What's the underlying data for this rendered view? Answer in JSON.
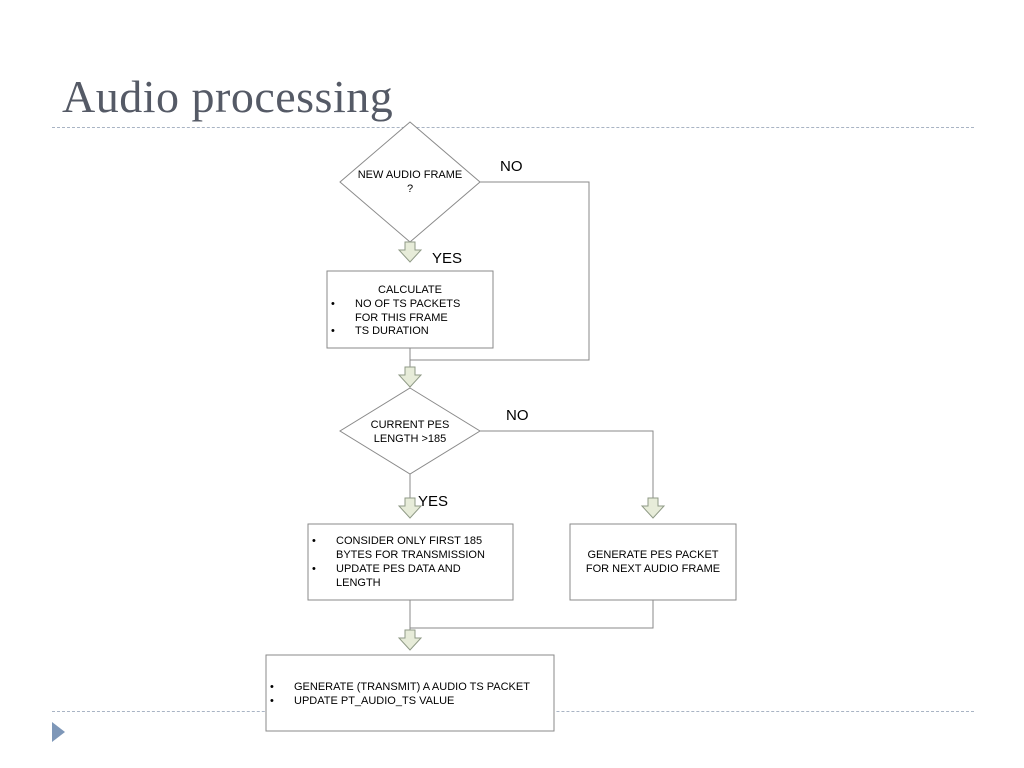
{
  "slide": {
    "title": "Audio processing"
  },
  "diagram": {
    "decision1": {
      "line1": "NEW AUDIO FRAME",
      "line2": "?"
    },
    "decision1_no": "NO",
    "decision1_yes": "YES",
    "calc_box": {
      "heading": "CALCULATE",
      "bullet1_line1": "NO OF TS PACKETS",
      "bullet1_line2": "FOR THIS FRAME",
      "bullet2": "TS DURATION"
    },
    "decision2": {
      "line1": "CURRENT PES",
      "line2": "LENGTH >185"
    },
    "decision2_no": "NO",
    "decision2_yes": "YES",
    "consider_box": {
      "bullet1_line1": "CONSIDER ONLY FIRST 185",
      "bullet1_line2": "BYTES FOR TRANSMISSION",
      "bullet2_line1": "UPDATE PES DATA AND",
      "bullet2_line2": "LENGTH"
    },
    "generate_pes_box": {
      "line1": "GENERATE PES PACKET",
      "line2": "FOR NEXT AUDIO FRAME"
    },
    "transmit_box": {
      "bullet1": "GENERATE (TRANSMIT) A AUDIO TS PACKET",
      "bullet2": "UPDATE PT_AUDIO_TS VALUE"
    },
    "bullet_char": "•"
  }
}
